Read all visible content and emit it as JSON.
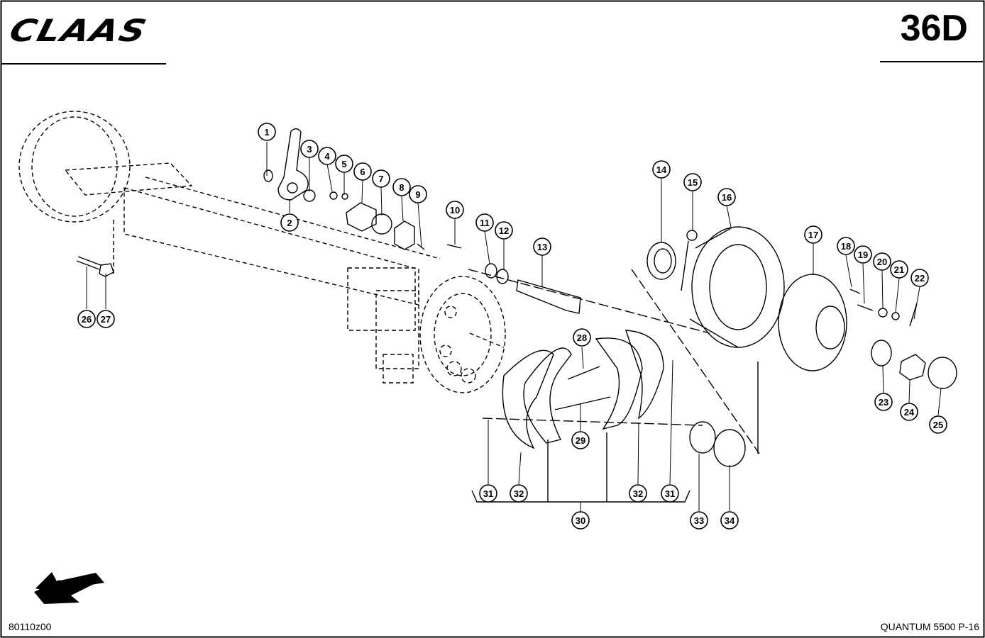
{
  "header": {
    "brand": "CLAAS",
    "page_code": "36D"
  },
  "footer": {
    "drawing_id": "80110z00",
    "model": "QUANTUM 5500 P-16"
  },
  "callouts": [
    "1",
    "2",
    "3",
    "4",
    "5",
    "6",
    "7",
    "8",
    "9",
    "10",
    "11",
    "12",
    "13",
    "14",
    "15",
    "16",
    "17",
    "18",
    "19",
    "20",
    "21",
    "22",
    "23",
    "24",
    "25",
    "26",
    "27",
    "28",
    "29",
    "30",
    "31",
    "32",
    "33",
    "34"
  ],
  "diagram": {
    "callout_labels": [
      "1",
      "2",
      "3",
      "4",
      "5",
      "6",
      "7",
      "8",
      "9",
      "10",
      "11",
      "12",
      "13",
      "14",
      "15",
      "16",
      "17",
      "18",
      "19",
      "20",
      "21",
      "22",
      "23",
      "24",
      "25",
      "26",
      "27",
      "28",
      "29",
      "30",
      "31",
      "32",
      "31",
      "32",
      "33",
      "34"
    ]
  },
  "icons": {
    "direction_arrow": "arrow-down-left-icon"
  }
}
